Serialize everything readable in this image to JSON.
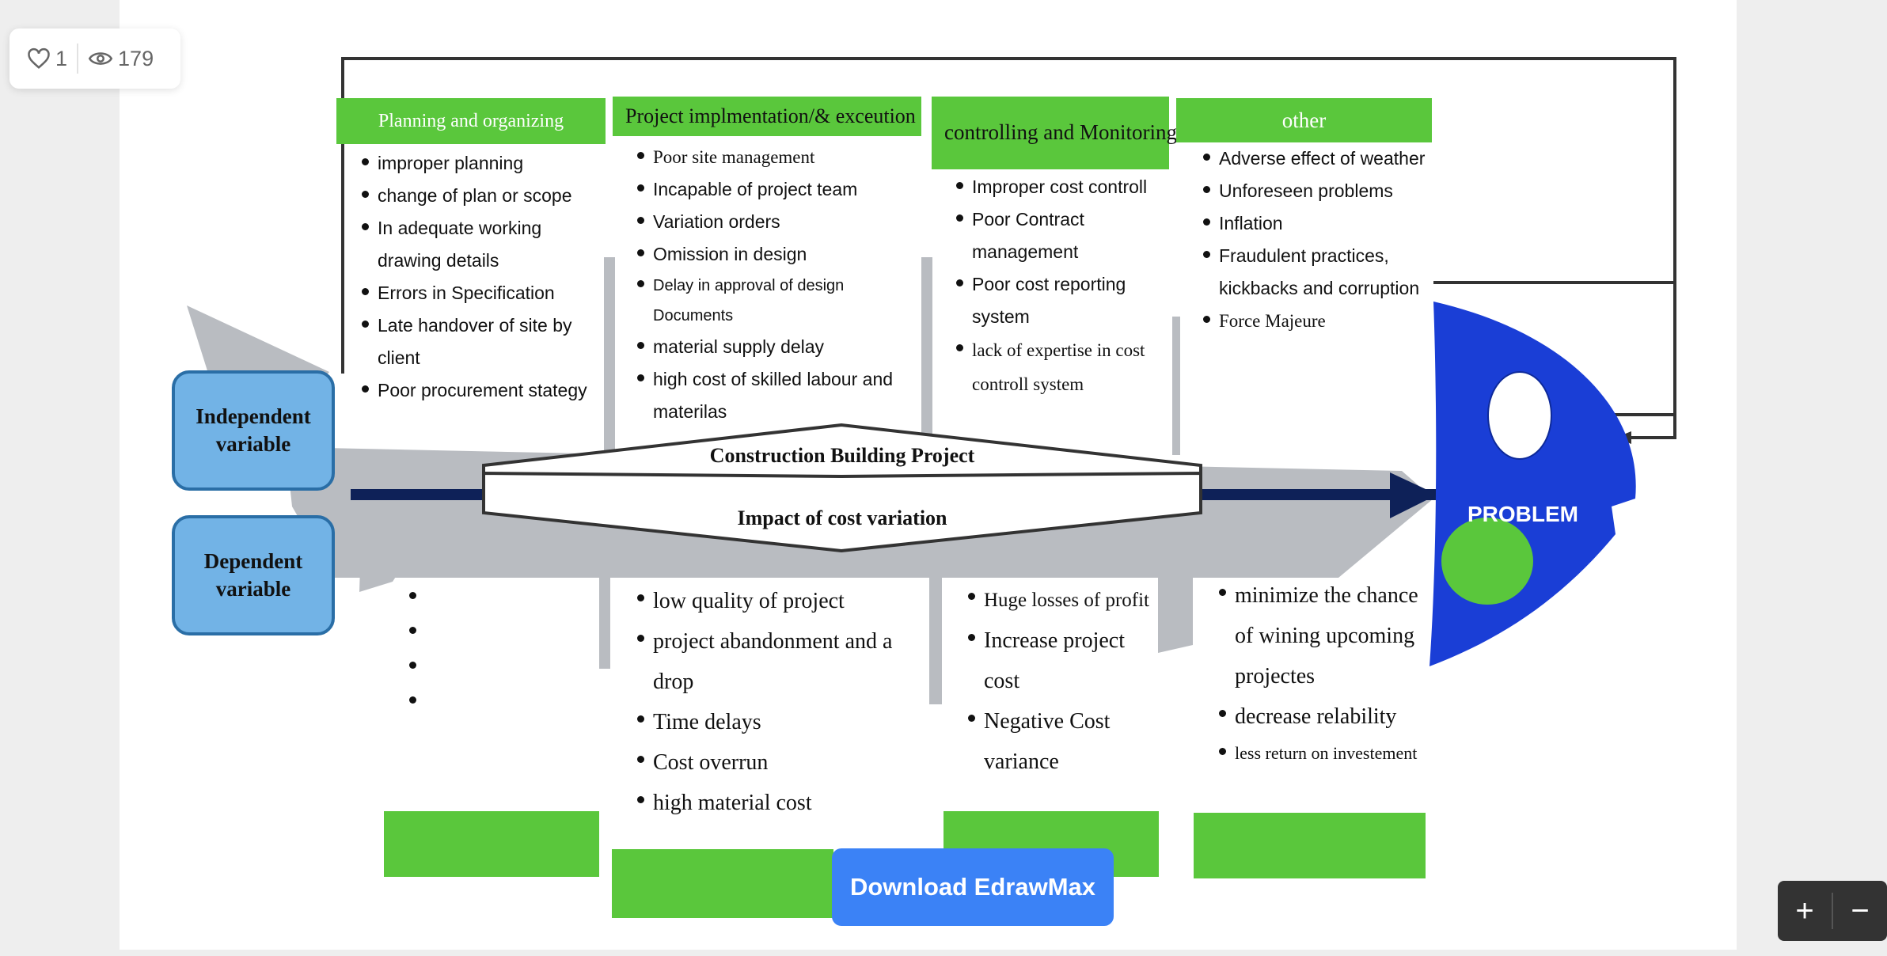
{
  "stats": {
    "likes": "1",
    "views": "179"
  },
  "headers": {
    "planning": "Planning and organizing",
    "implementation": "Project implmentation/& exceution",
    "controlling": "controlling and Monitoring",
    "other": "other"
  },
  "causes": {
    "planning": [
      "improper planning",
      "change of plan or scope",
      "In adequate working drawing details",
      "Errors in Specification",
      "Late handover of site by client",
      "Poor procurement stategy"
    ],
    "implementation": [
      "Poor site management",
      "Incapable of project team",
      "Variation orders",
      "Omission in design",
      "Delay in approval of design Documents",
      "material supply delay",
      "high cost of skilled labour and materilas"
    ],
    "controlling": [
      "Improper cost controll",
      "Poor Contract management",
      "Poor cost reporting system",
      "lack of expertise in cost controll system"
    ],
    "other": [
      "Adverse effect of weather",
      "Unforeseen problems",
      "Inflation",
      "Fraudulent practices, kickbacks and corruption",
      "Force Majeure"
    ]
  },
  "effects": {
    "col1": [
      "",
      "",
      "",
      ""
    ],
    "col2": [
      "low quality of project",
      "project abandonment and a drop",
      "Time delays",
      "Cost overrun",
      "high material cost"
    ],
    "col3": [
      "Huge losses of profit",
      "Increase project cost",
      "Negative Cost variance"
    ],
    "col4": [
      "minimize the chance of wining upcoming projectes",
      "decrease relability",
      "less return on investement"
    ]
  },
  "variables": {
    "independent": "Independent variable",
    "dependent": "Dependent variable"
  },
  "spine": {
    "top": "Construction Building Project",
    "bottom": "Impact of cost variation"
  },
  "problem_label": "PROBLEM",
  "download_label": "Download EdrawMax",
  "zoom": {
    "in": "+",
    "out": "−"
  },
  "colors": {
    "header_green": "#5ac73c",
    "fish_body": "#b9bcc1",
    "fish_head": "#1a3ed6",
    "spine": "#0e2158",
    "var_box": "#72b3e6",
    "download_button": "#3b82f6"
  },
  "icons": {
    "like": "heart-icon",
    "views": "eye-icon"
  }
}
